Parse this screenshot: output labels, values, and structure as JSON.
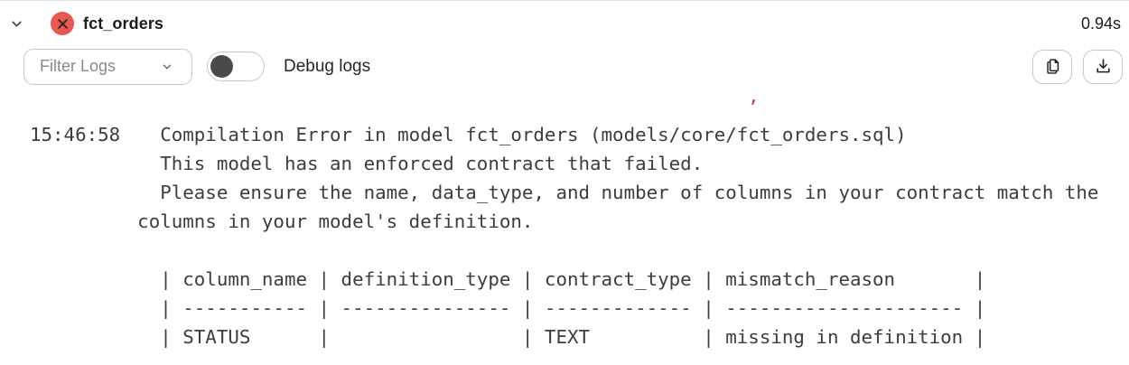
{
  "header": {
    "model_name": "fct_orders",
    "status": "error",
    "duration": "0.94s",
    "icons": {
      "collapse": "chevron-down-icon",
      "status": "x-circle-icon"
    }
  },
  "toolbar": {
    "filter_dropdown": {
      "label": "Filter Logs",
      "icon": "chevron-down-icon"
    },
    "debug_toggle": {
      "label": "Debug logs",
      "state": "off"
    },
    "actions": {
      "copy_icon": "copy-icon",
      "download_icon": "download-icon"
    }
  },
  "log": {
    "clipped_red_fragments": "                    _                       _         ,",
    "timestamp": "15:46:58",
    "message_lines": [
      "  Compilation Error in model fct_orders (models/core/fct_orders.sql)",
      "  This model has an enforced contract that failed.",
      "  Please ensure the name, data_type, and number of columns in your contract match the",
      "columns in your model's definition.",
      "",
      "  | column_name | definition_type | contract_type | mismatch_reason       |",
      "  | ----------- | --------------- | ------------- | --------------------- |",
      "  | STATUS      |                 | TEXT          | missing in definition |"
    ]
  },
  "colors": {
    "error_badge": "#e8584e",
    "error_text": "#b5463c",
    "log_text": "#3d3d3d",
    "muted_text": "#8a8a8a",
    "border": "#c7c7c7",
    "dark_text": "#1c1c1c",
    "toggle_knob": "#4a4a4a"
  }
}
